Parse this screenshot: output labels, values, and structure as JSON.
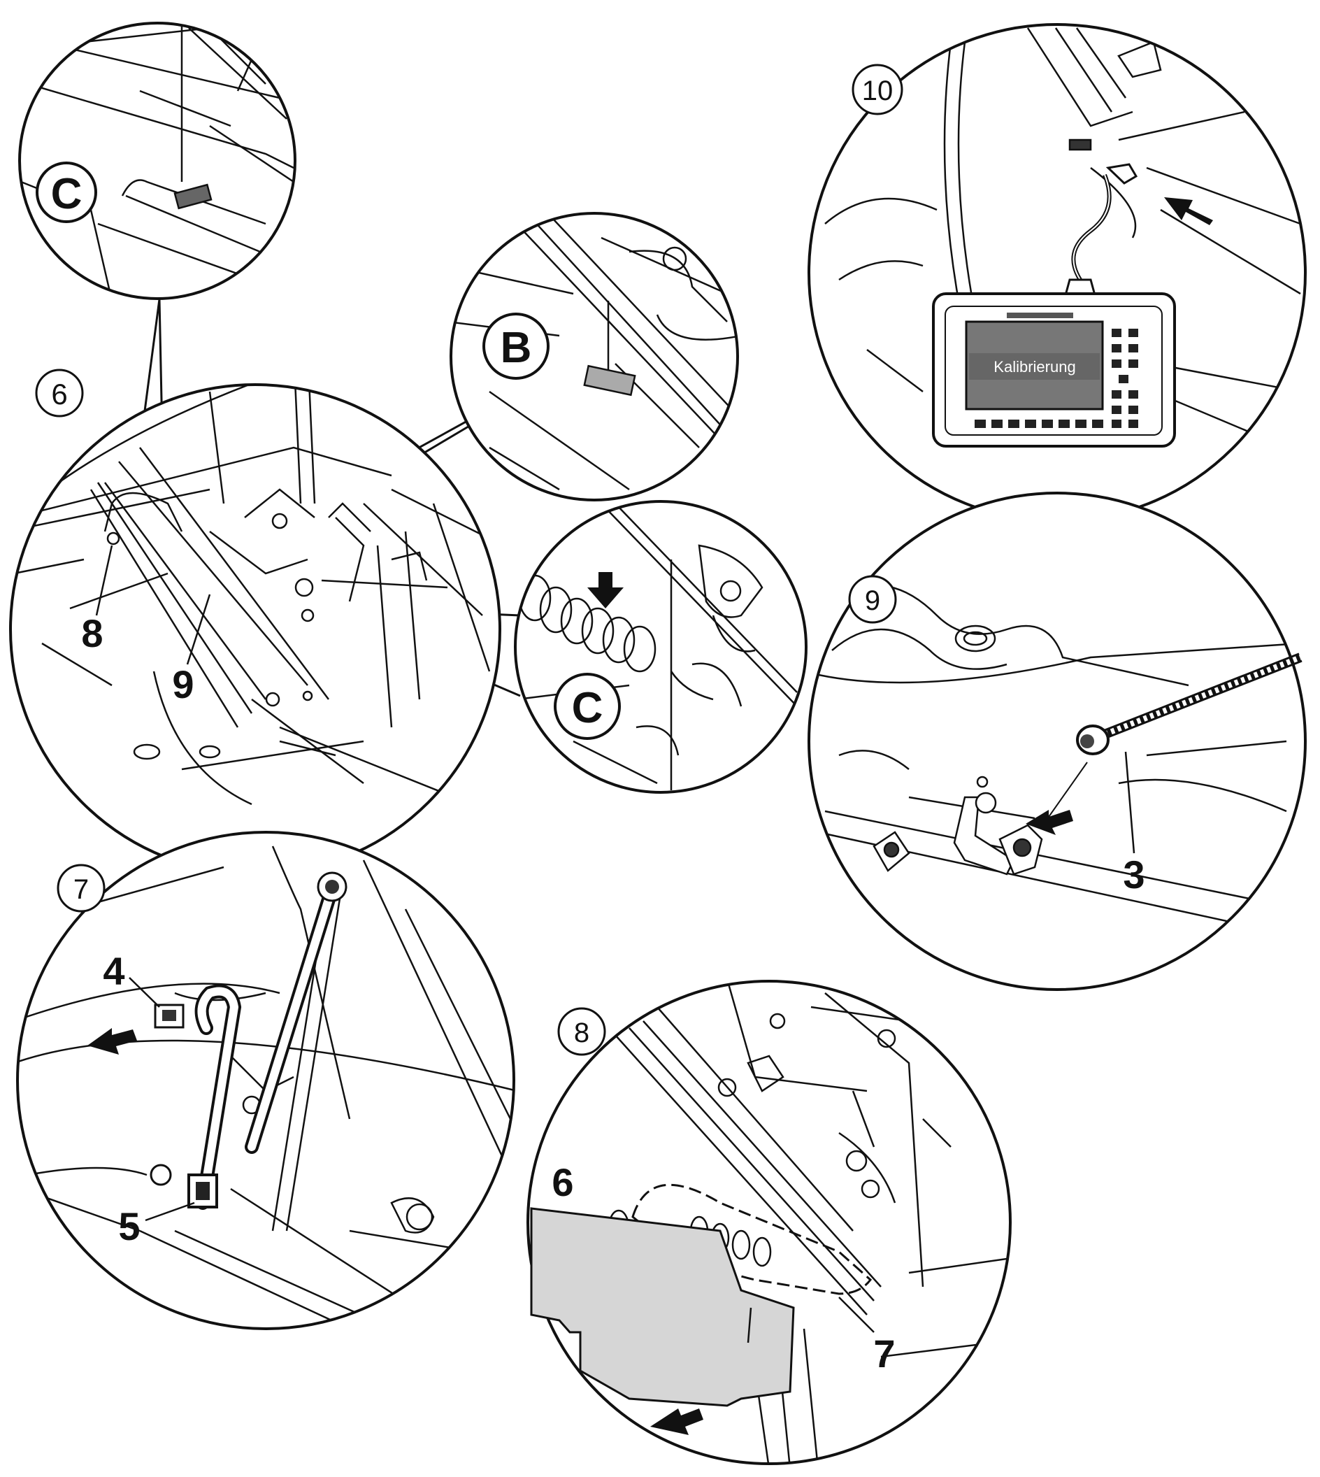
{
  "steps": {
    "s6": "6",
    "s7": "7",
    "s8": "8",
    "s9": "9",
    "s10": "10"
  },
  "detail_labels": {
    "c_top": "C",
    "b": "B",
    "c_right": "C"
  },
  "part_labels": {
    "p8": "8",
    "p9": "9",
    "p4": "4",
    "p5": "5",
    "p6": "6",
    "p7": "7",
    "p3": "3"
  },
  "device": {
    "screen_text": "Kalibrierung"
  },
  "colors": {
    "line": "#111111",
    "fill": "#ffffff",
    "panel_gray": "#d6d6d6",
    "screen": "#7a7a7a"
  }
}
